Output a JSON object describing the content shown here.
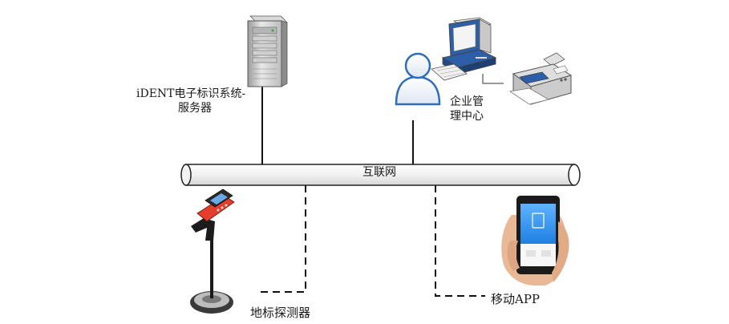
{
  "diagram": {
    "network": {
      "label": "互联网"
    },
    "server": {
      "label_line1": "iDENT电子标识系统-",
      "label_line2": "服务器",
      "icon": "server-tower-icon"
    },
    "management": {
      "label_line1": "企业管",
      "label_line2": "理中心",
      "icons": [
        "user-icon",
        "computer-icon",
        "fax-printer-icon"
      ]
    },
    "detector": {
      "label": "地标探测器",
      "icon": "handheld-detector-icon"
    },
    "mobile_app": {
      "label": "移动APP",
      "icon": "phone-in-hand-icon"
    },
    "connections": {
      "server_to_network": "solid",
      "management_to_network": "solid",
      "detector_to_network": "dashed",
      "app_to_network": "dashed"
    }
  }
}
